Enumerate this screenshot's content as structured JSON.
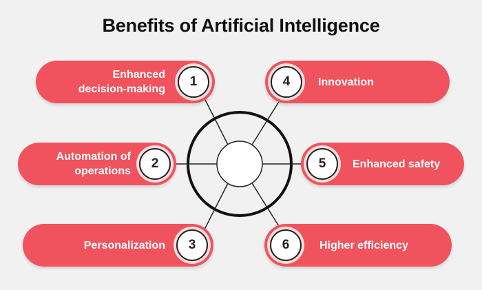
{
  "title": "Benefits of Artificial Intelligence",
  "benefits": [
    {
      "number": "1",
      "label": "Enhanced decision-making"
    },
    {
      "number": "2",
      "label": "Automation of operations"
    },
    {
      "number": "3",
      "label": "Personalization"
    },
    {
      "number": "4",
      "label": "Innovation"
    },
    {
      "number": "5",
      "label": "Enhanced safety"
    },
    {
      "number": "6",
      "label": "Higher efficiency"
    }
  ],
  "colors": {
    "pill": "#f0535d",
    "background": "#f1f1f1",
    "outline": "#222222"
  }
}
